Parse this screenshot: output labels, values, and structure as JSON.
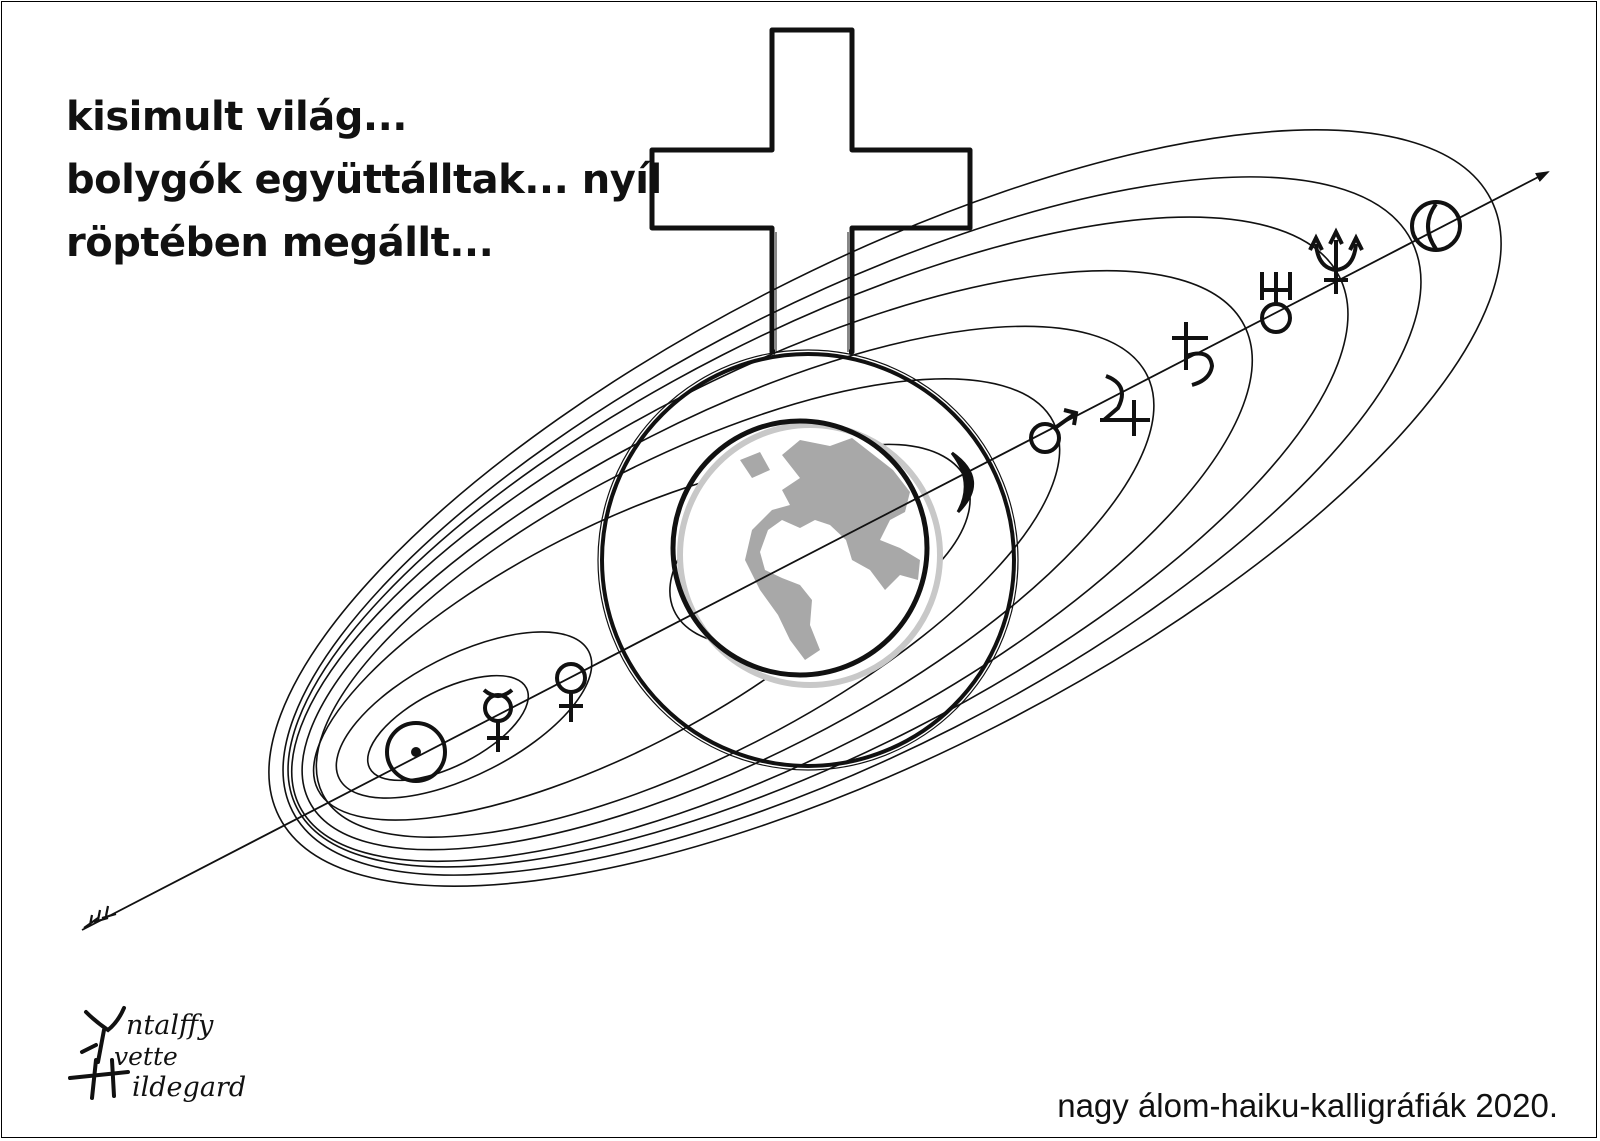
{
  "haiku": {
    "line1": "kisimult világ...",
    "line2": "bolygók együttálltak... nyíl",
    "line3": "röptében megállt..."
  },
  "caption": "nagy álom-haiku-kalligráfiák 2020.",
  "signature": {
    "line1": "ntalffy",
    "line2": "vette",
    "line3": "ildegard"
  },
  "planet_symbols": [
    "☉",
    "☿",
    "♀",
    "☽",
    "♂",
    "♃",
    "♄",
    "♅",
    "♆",
    "♇"
  ],
  "colors": {
    "ink": "#111111",
    "earth_land": "#a8a8a8",
    "earth_shadow": "#c8c8c8",
    "background": "#ffffff"
  }
}
